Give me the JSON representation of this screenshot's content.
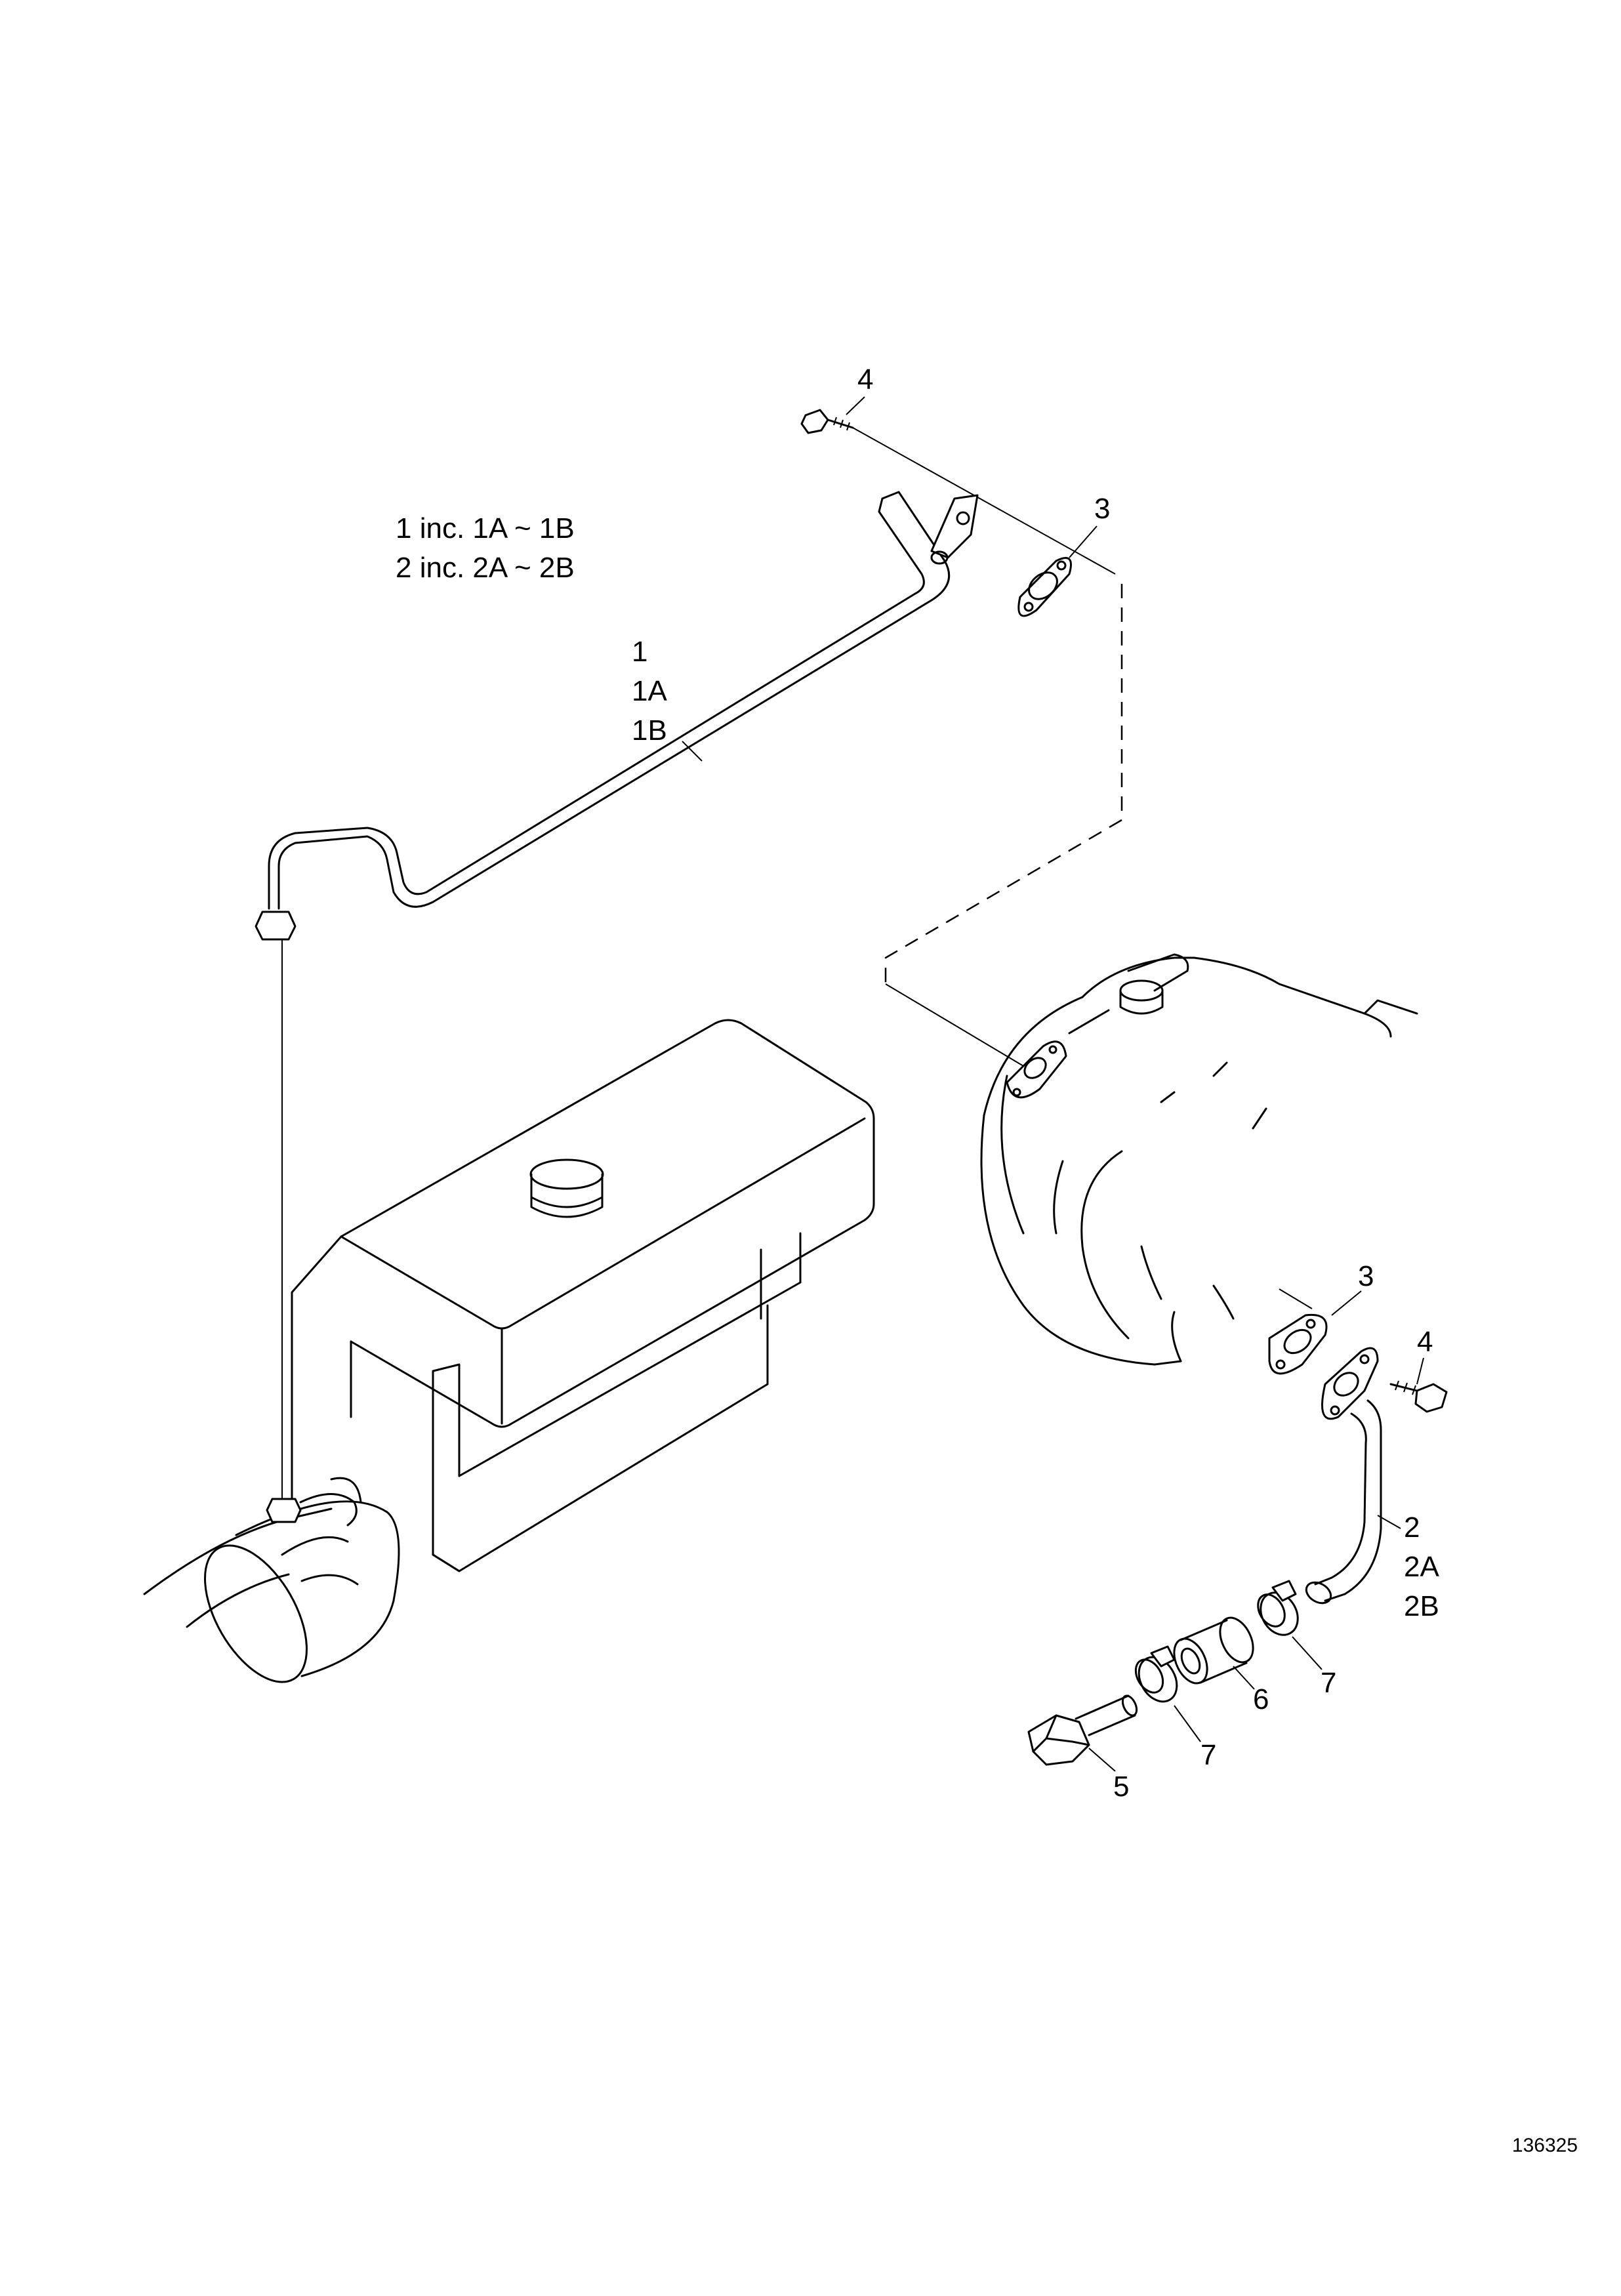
{
  "notes": [
    "1 inc. 1A ~ 1B",
    "2 inc. 2A ~ 2B"
  ],
  "callouts": {
    "top_bolt": "4",
    "top_gasket": "3",
    "pipe1_lines": [
      "1",
      "1A",
      "1B"
    ],
    "lower_gasket": "3",
    "lower_bolt": "4",
    "pipe2_lines": [
      "2",
      "2A",
      "2B"
    ],
    "upper_clamp": "7",
    "hose": "6",
    "lower_clamp": "7",
    "connector": "5"
  },
  "figure_number": "136325"
}
